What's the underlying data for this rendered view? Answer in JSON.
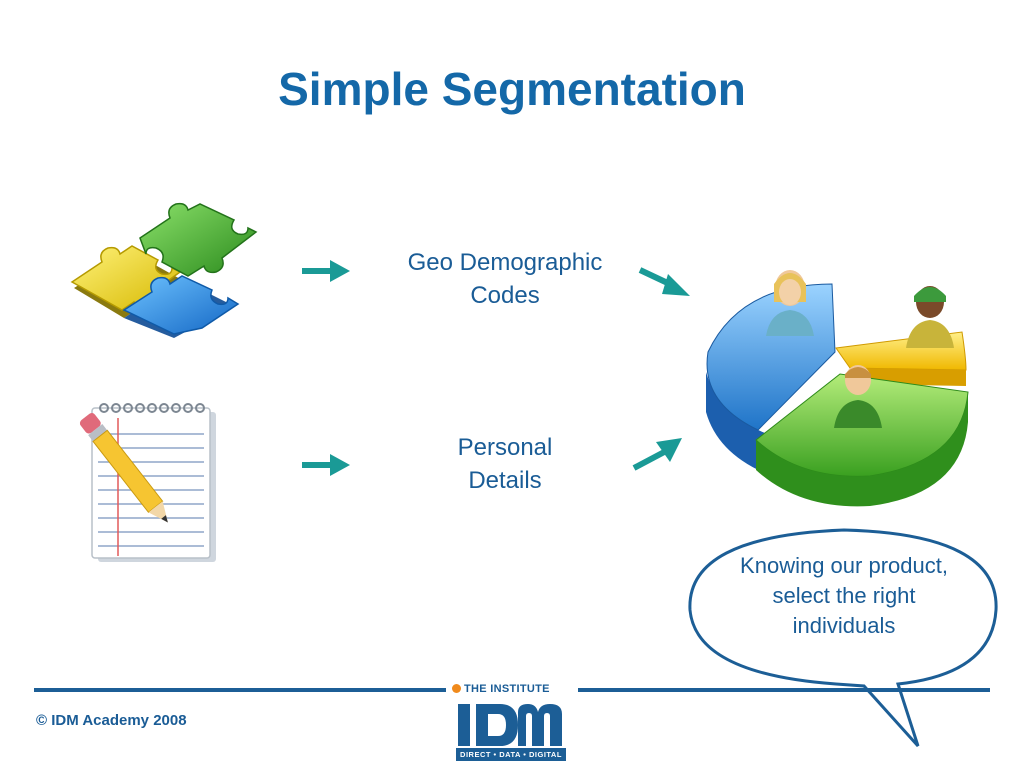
{
  "slide": {
    "title": "Simple Segmentation",
    "inputs": [
      {
        "label": "Geo Demographic\nCodes",
        "icon": "puzzle-icon"
      },
      {
        "label": "Personal\nDetails",
        "icon": "notepad-pencil-icon"
      }
    ],
    "output_icon": "pie-chart-people-icon",
    "callout": {
      "text": "Knowing our product, select the right individuals"
    },
    "footer": {
      "copyright": "© IDM Academy 2008",
      "logo_header": "THE INSTITUTE",
      "logo_tagline": "DIRECT • DATA • DIGITAL"
    },
    "colors": {
      "title": "#1468a8",
      "text": "#1a5c96",
      "arrow": "#1a9a96",
      "rule": "#1c5e96",
      "logo_dot": "#f08a1c"
    }
  }
}
